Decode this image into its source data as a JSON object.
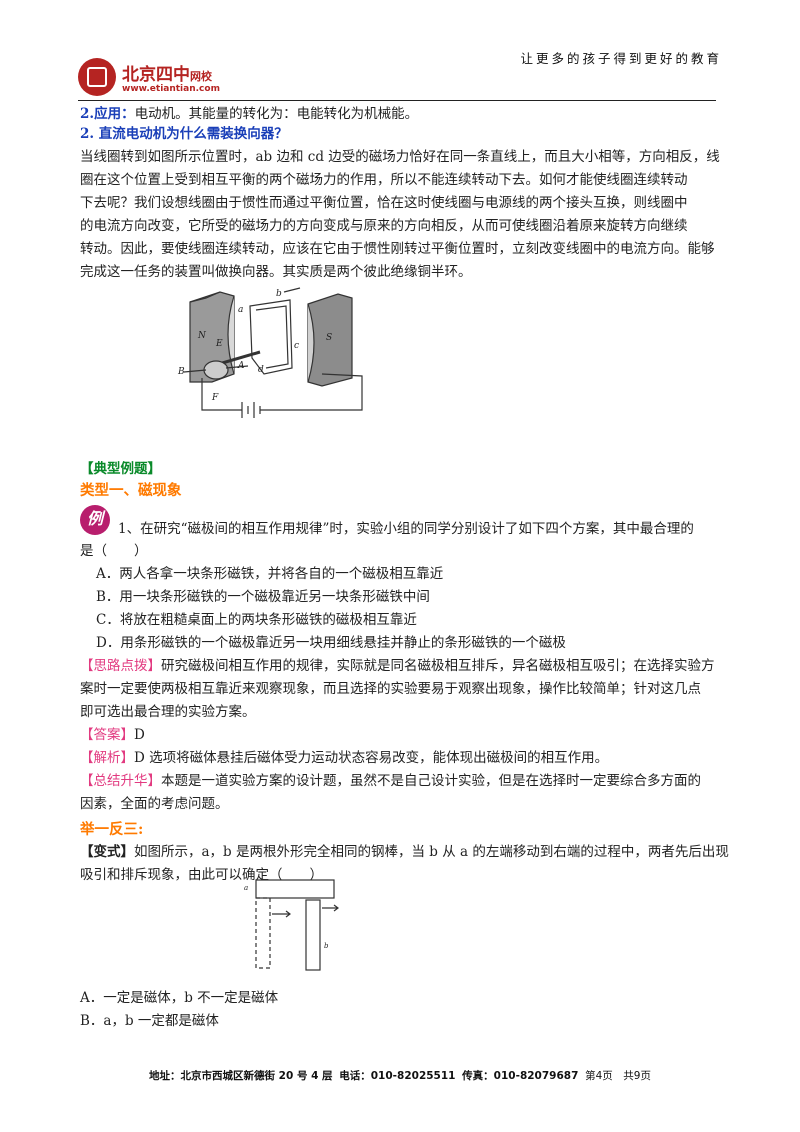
{
  "header": {
    "slogan": "让更多的孩子得到更好的教育",
    "logo_name": "北京四中",
    "logo_suffix": "网校",
    "logo_url": "www.etiantian.com"
  },
  "section_application": {
    "label": "2.应用：",
    "text": "电动机。其能量的转化为：电能转化为机械能。"
  },
  "section_commutator": {
    "heading": "2. 直流电动机为什么需装换向器？",
    "lines": [
      "当线圈转到如图所示位置时，ab 边和 cd 边受的磁场力恰好在同一条直线上，而且大小相等，方向相反，线",
      "圈在这个位置上受到相互平衡的两个磁场力的作用，所以不能连续转动下去。如何才能使线圈连续转动",
      "下去呢？我们设想线圈由于惯性而通过平衡位置，恰在这时使线圈与电源线的两个接头互换，则线圈中",
      "的电流方向改变，它所受的磁场力的方向变成与原来的方向相反，从而可使线圈沿着原来旋转方向继续",
      "转动。因此，要使线圈连续转动，应该在它由于惯性刚转过平衡位置时，立刻改变线圈中的电流方向。能够",
      "完成这一任务的装置叫做换向器。其实质是两个彼此绝缘铜半环。"
    ]
  },
  "motor_figure": {
    "labels": [
      "N",
      "S",
      "E",
      "a",
      "b",
      "c",
      "d",
      "B",
      "A",
      "F"
    ]
  },
  "typical_examples": {
    "heading": "【典型例题】",
    "type_heading": "类型一、磁现象",
    "badge": "例",
    "question_line1": "1、在研究“磁极间的相互作用规律”时，实验小组的同学分别设计了如下四个方案，其中最合理的",
    "question_line2": "是（　　）",
    "options": [
      "A．两人各拿一块条形磁铁，并将各自的一个磁极相互靠近",
      "B．用一块条形磁铁的一个磁极靠近另一块条形磁铁中间",
      "C．将放在粗糙桌面上的两块条形磁铁的磁极相互靠近",
      "D．用条形磁铁的一个磁极靠近另一块用细线悬挂并静止的条形磁铁的一个磁极"
    ],
    "hint_tag": "【思路点拨】",
    "hint_lines": [
      "研究磁极间相互作用的规律，实际就是同名磁极相互排斥，异名磁极相互吸引；在选择实验方",
      "案时一定要使两极相互靠近来观察现象，而且选择的实验要易于观察出现象，操作比较简单；针对这几点",
      "即可选出最合理的实验方案。"
    ],
    "answer_tag": "【答案】",
    "answer": "D",
    "analysis_tag": "【解析】",
    "analysis": "D 选项将磁体悬挂后磁体受力运动状态容易改变，能体现出磁极间的相互作用。",
    "summary_tag": "【总结升华】",
    "summary_lines": [
      "本题是一道实验方案的设计题，虽然不是自己设计实验，但是在选择时一定要综合多方面的",
      "因素，全面的考虑问题。"
    ]
  },
  "variation": {
    "heading": "举一反三:",
    "tag": "【变式】",
    "lines": [
      "如图所示，a，b 是两根外形完全相同的钢棒，当 b 从 a 的左端移动到右端的过程中，两者先后出现",
      "吸引和排斥现象，由此可以确定（　　）"
    ],
    "figure_labels": [
      "a",
      "b"
    ],
    "options": [
      "A．一定是磁体，b 不一定是磁体",
      "B．a，b 一定都是磁体"
    ]
  },
  "footer": {
    "address": "地址：北京市西城区新德街 20 号 4 层",
    "phone": "电话：010-82025511",
    "fax": "传真：010-82079687",
    "page": "第4页　共9页"
  }
}
